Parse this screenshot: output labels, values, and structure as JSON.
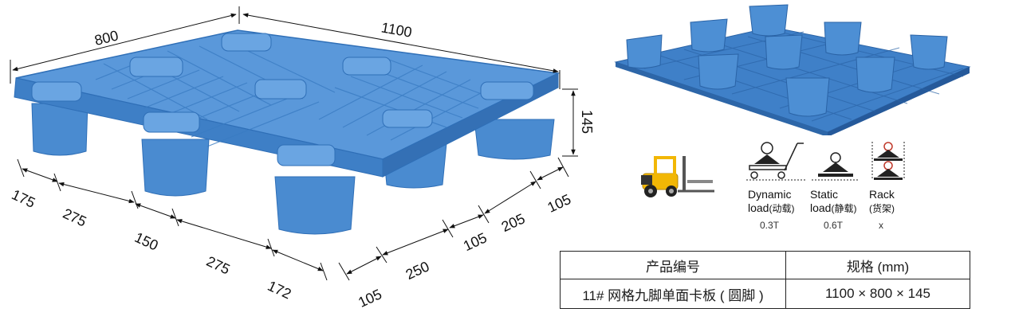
{
  "dimensions": {
    "width_mm": "800",
    "length_mm": "1100",
    "height_mm": "145",
    "left_front": [
      "175",
      "275",
      "150",
      "275",
      "172"
    ],
    "right_front": [
      "105",
      "250",
      "105",
      "205",
      "105"
    ]
  },
  "loads": [
    {
      "label": "Dynamic",
      "sublabel": "load",
      "cn": "(动载)",
      "value": "0.3T"
    },
    {
      "label": "Static",
      "sublabel": "load",
      "cn": "(静载)",
      "value": "0.6T"
    },
    {
      "label": "Rack",
      "sublabel": "",
      "cn": "(货架)",
      "value": "x"
    }
  ],
  "table": {
    "headers": [
      "产品编号",
      "规格 (mm)"
    ],
    "rows": [
      [
        "11# 网格九脚单面卡板 ( 圆脚 )",
        "1100 × 800 × 145"
      ]
    ]
  },
  "colors": {
    "pallet": "#4d8fd4",
    "pallet_dark": "#2f6fb7",
    "pallet_light": "#7eb1e6",
    "forklift": "#f2b705"
  },
  "icons": [
    "forklift-icon",
    "dynamic-load-icon",
    "static-load-icon",
    "rack-load-icon"
  ]
}
